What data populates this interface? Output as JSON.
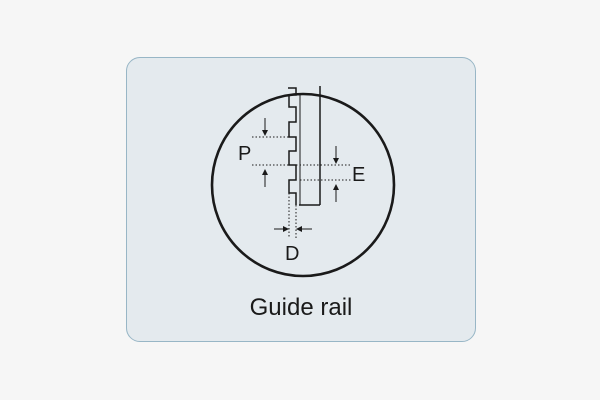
{
  "diagram": {
    "labels": {
      "pitch": "P",
      "engagement": "E",
      "depth": "D"
    },
    "caption": "Guide rail"
  },
  "colors": {
    "background": "#f6f6f6",
    "card_fill": "#e4eaee",
    "card_border": "#98b6c6",
    "ink": "#1a1a1a"
  }
}
